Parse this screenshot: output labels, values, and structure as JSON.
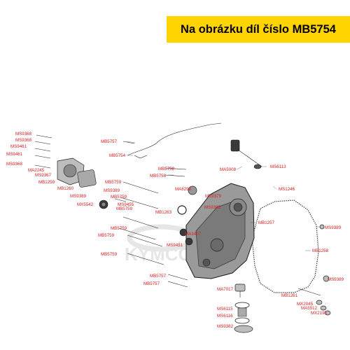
{
  "banner": {
    "text": "Na obrázku díl číslo MB5754"
  },
  "colors": {
    "banner_bg": "#ffd400",
    "label_red": "#d81e1e",
    "watermark": "#e6e6e6"
  },
  "watermark": {
    "text": "KYMCO"
  },
  "parts": [
    "MS9368",
    "MS9368",
    "MS9461",
    "MS9461",
    "MS9368",
    "MA2245",
    "MS9367",
    "MB1259",
    "MB5757",
    "MB5754",
    "MB5758",
    "MB5758",
    "MA5008",
    "MS6113",
    "MB1260",
    "MB5759",
    "MS9389",
    "MB5759",
    "MS9389",
    "MX5542",
    "MS9455",
    "MB5759",
    "MA8298",
    "MS9379",
    "MB1263",
    "MS9385",
    "MS1246",
    "MB5759",
    "MB5759",
    "MA3407",
    "MS9451",
    "MB5759",
    "MB1257",
    "MS9389",
    "MB1258",
    "MB5757",
    "MB5757",
    "MA7017",
    "MS6115",
    "MS6116",
    "MS9382",
    "MS9389",
    "MB1261",
    "MX2045",
    "MA5512",
    "MX2195"
  ]
}
